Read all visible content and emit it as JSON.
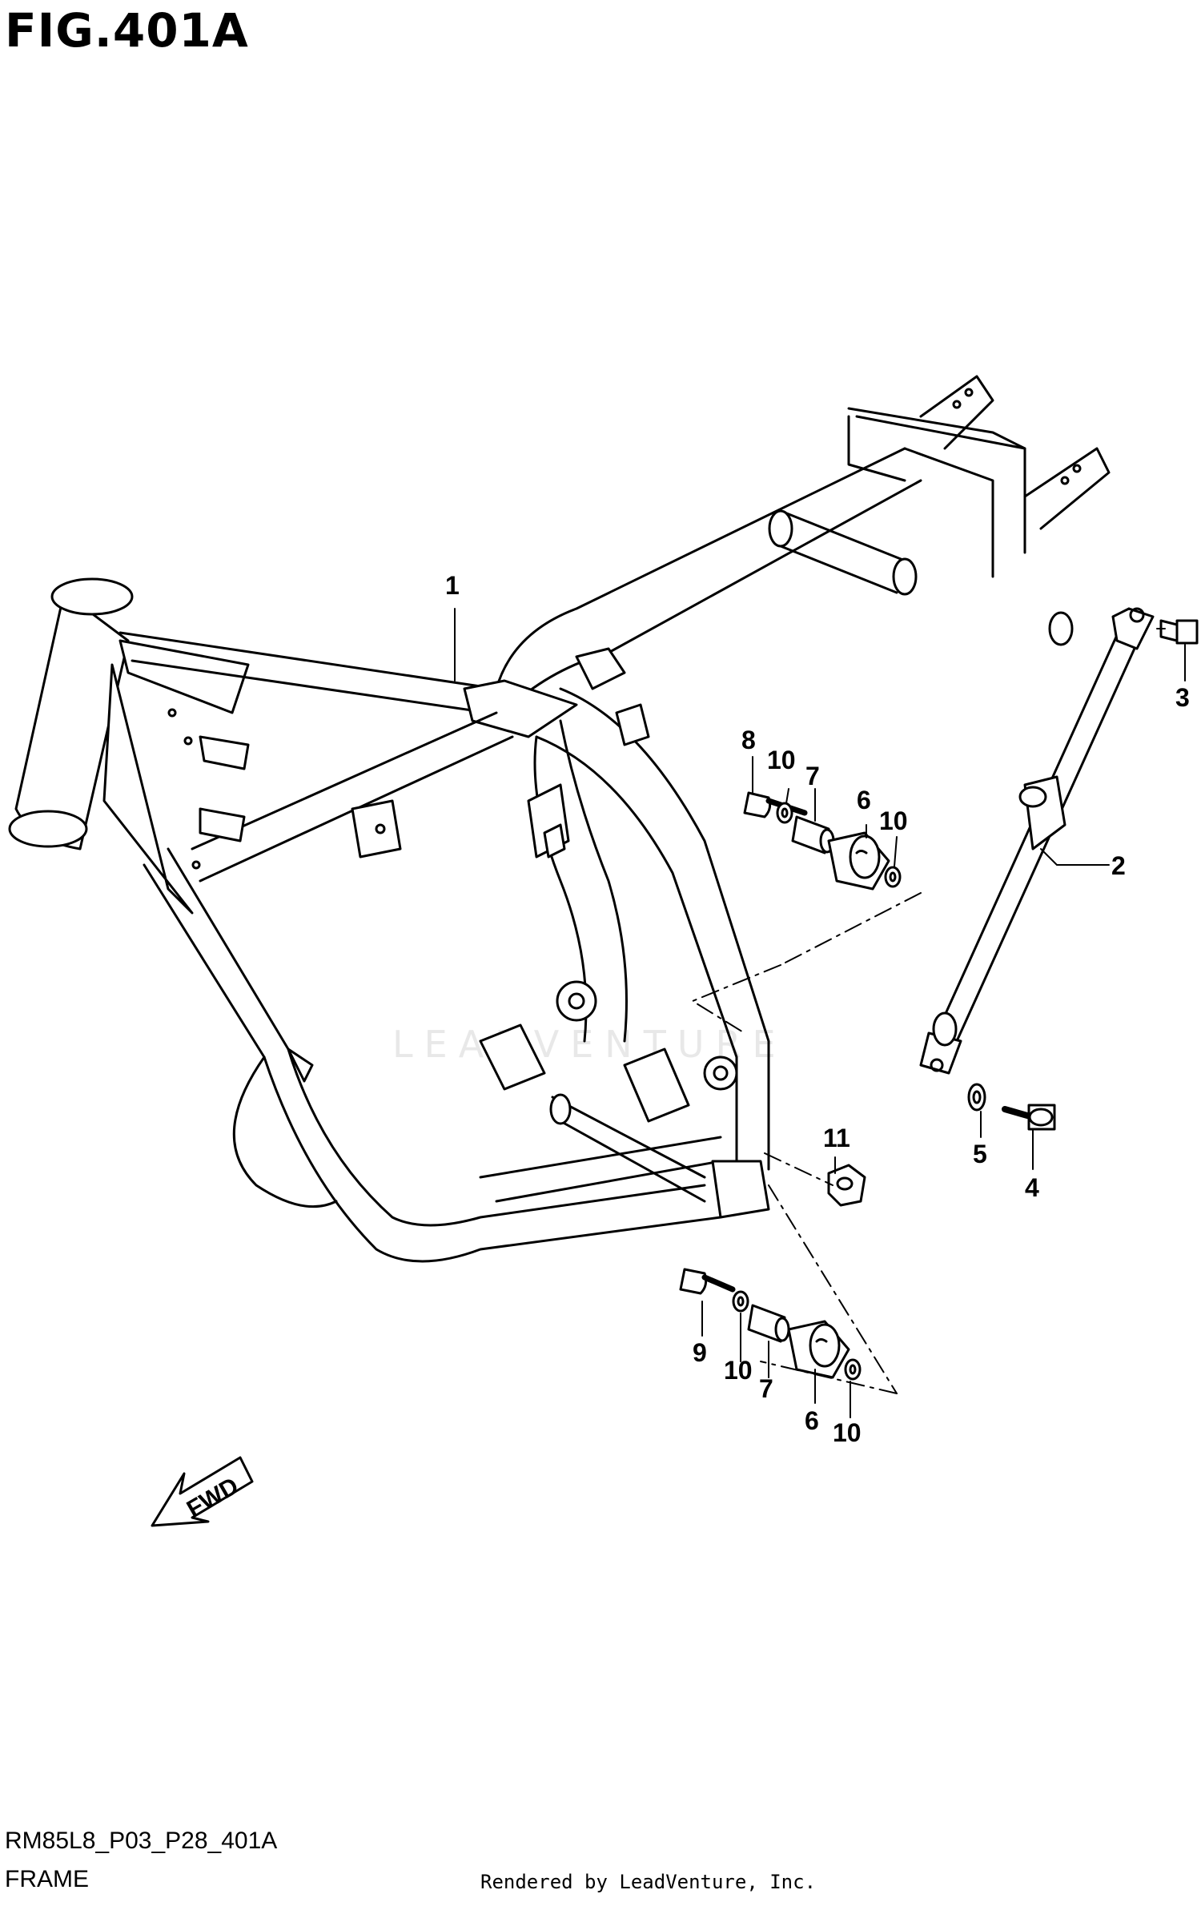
{
  "figure": {
    "title": "FIG.401A",
    "drawing_code": "RM85L8_P03_P28_401A",
    "section_name": "FRAME",
    "credit": "Rendered by LeadVenture, Inc.",
    "watermark": "LEADVENTURE",
    "direction_label": "FWD"
  },
  "callouts": [
    {
      "id": "1",
      "label": "1",
      "part": "frame"
    },
    {
      "id": "2",
      "label": "2",
      "part": "down-tube-member"
    },
    {
      "id": "3",
      "label": "3",
      "part": "bolt"
    },
    {
      "id": "4",
      "label": "4",
      "part": "bolt"
    },
    {
      "id": "5",
      "label": "5",
      "part": "washer"
    },
    {
      "id": "6a",
      "label": "6",
      "part": "cushion"
    },
    {
      "id": "6b",
      "label": "6",
      "part": "cushion"
    },
    {
      "id": "7a",
      "label": "7",
      "part": "spacer"
    },
    {
      "id": "7b",
      "label": "7",
      "part": "spacer"
    },
    {
      "id": "8",
      "label": "8",
      "part": "bolt"
    },
    {
      "id": "9",
      "label": "9",
      "part": "bolt"
    },
    {
      "id": "10a",
      "label": "10",
      "part": "washer"
    },
    {
      "id": "10b",
      "label": "10",
      "part": "washer"
    },
    {
      "id": "10c",
      "label": "10",
      "part": "washer"
    },
    {
      "id": "10d",
      "label": "10",
      "part": "washer"
    },
    {
      "id": "11",
      "label": "11",
      "part": "nut"
    }
  ]
}
